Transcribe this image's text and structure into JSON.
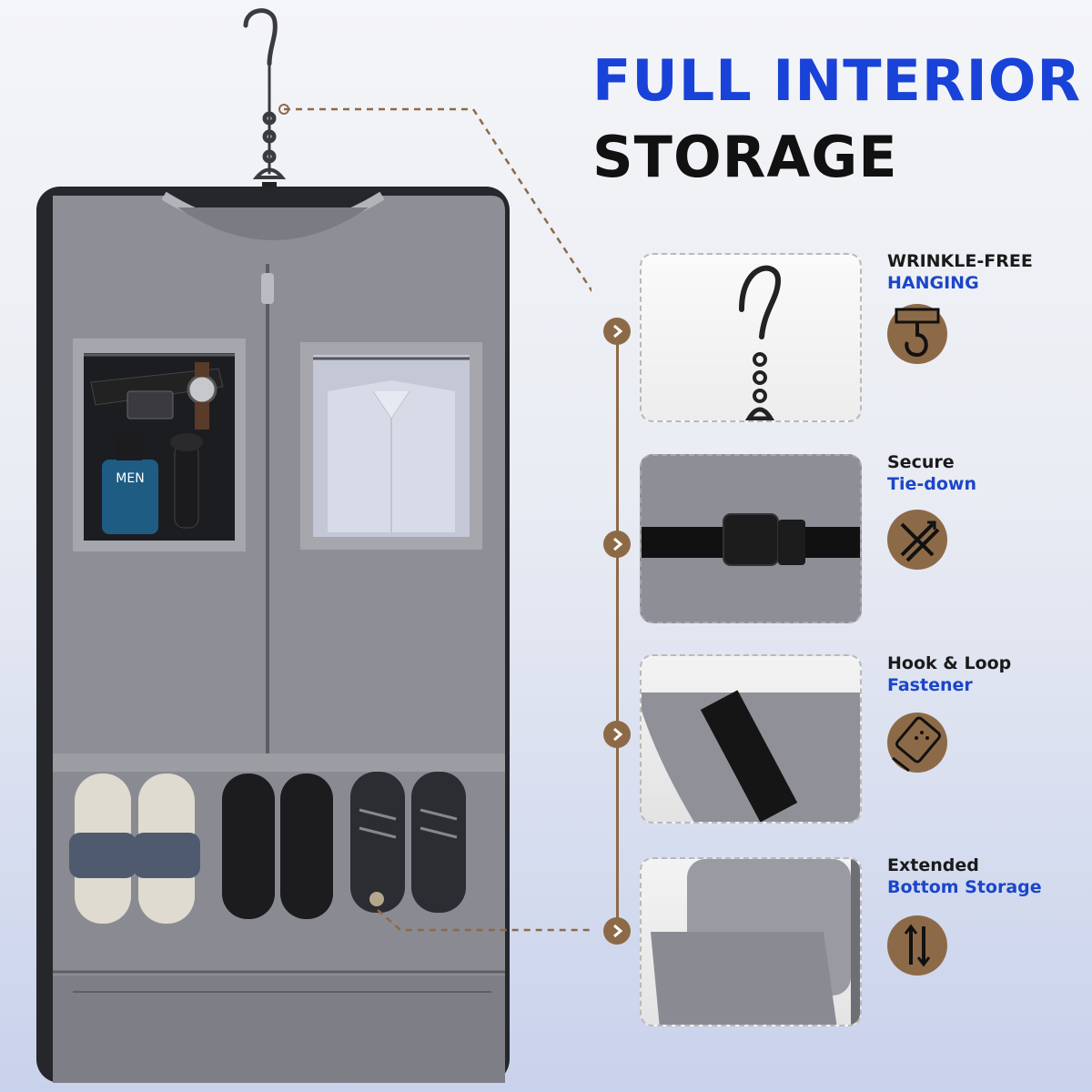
{
  "heading": {
    "line1": "FULL INTERIOR",
    "line2": "STORAGE"
  },
  "colors": {
    "heading_blue": "#1942d8",
    "accent_brown": "#8d6a47",
    "bag_gray": "#8e8f96"
  },
  "features": [
    {
      "label_top": "WRINKLE-FREE",
      "label_bottom": "HANGING",
      "icon": "hanger-hook-icon"
    },
    {
      "label_top": "Secure",
      "label_bottom": "Tie-down",
      "icon": "crossed-straps-icon"
    },
    {
      "label_top": "Hook & Loop",
      "label_bottom": "Fastener",
      "icon": "velcro-patch-icon"
    },
    {
      "label_top": "Extended",
      "label_bottom": "Bottom Storage",
      "icon": "expand-arrows-icon"
    }
  ],
  "product_labels": {
    "bottle_brand": "MEN"
  }
}
